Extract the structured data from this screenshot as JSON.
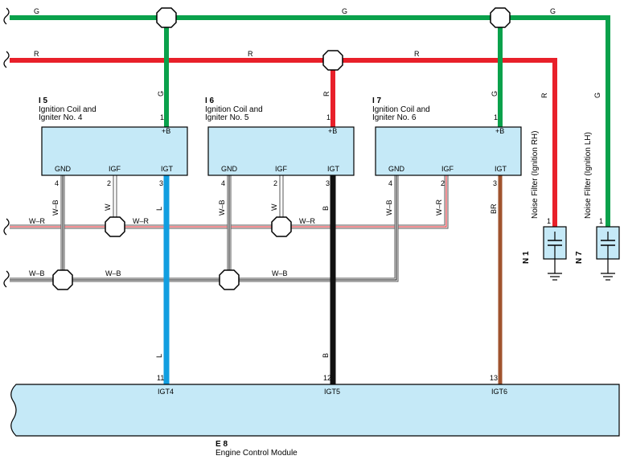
{
  "colors": {
    "G": "#0aa14b",
    "R": "#e8202a",
    "L": "#119ee0",
    "B": "#111111",
    "BR": "#a0532e",
    "W": "#ffffff",
    "W-R_stripe": "#e8202a",
    "W-B_stripe": "#111111",
    "component_fill": "#c5e9f7"
  },
  "wires": {
    "top_g": {
      "left": "G",
      "mid": "G",
      "right": "G"
    },
    "red": {
      "left": "R",
      "mid": "R",
      "right": "R",
      "vertical": "R"
    },
    "drop_g1": "G",
    "drop_r2": "R",
    "drop_g3": "G",
    "harness_wr": {
      "left": "W–R",
      "mid": "W–R",
      "right": "W–R"
    },
    "harness_wb": {
      "left": "W–B",
      "mid1": "W–B",
      "mid2": "W–B"
    },
    "coil1": {
      "gnd": "W–B",
      "igf": "W",
      "igt": "L",
      "igt_low": "L"
    },
    "coil2": {
      "gnd": "W–B",
      "igf": "W",
      "igt": "B",
      "igt_low": "B"
    },
    "coil3": {
      "gnd": "W–B",
      "igf": "W–R",
      "igt": "BR"
    },
    "noise_lh": "G"
  },
  "coils": [
    {
      "id": "I 5",
      "name1": "Ignition Coil and",
      "name2": "Igniter No. 4",
      "pins": {
        "b": "1",
        "gnd": "4",
        "igf": "2",
        "igt": "3"
      },
      "labels": {
        "b": "+B",
        "gnd": "GND",
        "igf": "IGF",
        "igt": "IGT"
      }
    },
    {
      "id": "I 6",
      "name1": "Ignition Coil and",
      "name2": "Igniter No. 5",
      "pins": {
        "b": "1",
        "gnd": "4",
        "igf": "2",
        "igt": "3"
      },
      "labels": {
        "b": "+B",
        "gnd": "GND",
        "igf": "IGF",
        "igt": "IGT"
      }
    },
    {
      "id": "I 7",
      "name1": "Ignition Coil and",
      "name2": "Igniter No. 6",
      "pins": {
        "b": "1",
        "gnd": "4",
        "igf": "2",
        "igt": "3"
      },
      "labels": {
        "b": "+B",
        "gnd": "GND",
        "igf": "IGF",
        "igt": "IGT"
      }
    }
  ],
  "noise_filters": [
    {
      "id": "N 1",
      "name": "Noise Filter (Ignition RH)",
      "pin": "1"
    },
    {
      "id": "N 7",
      "name": "Noise Filter (Ignition LH)",
      "pin": "1"
    }
  ],
  "ecm": {
    "id": "E 8",
    "name": "Engine Control Module",
    "pins": [
      {
        "num": "11",
        "label": "IGT4"
      },
      {
        "num": "12",
        "label": "IGT5"
      },
      {
        "num": "13",
        "label": "IGT6"
      }
    ]
  }
}
